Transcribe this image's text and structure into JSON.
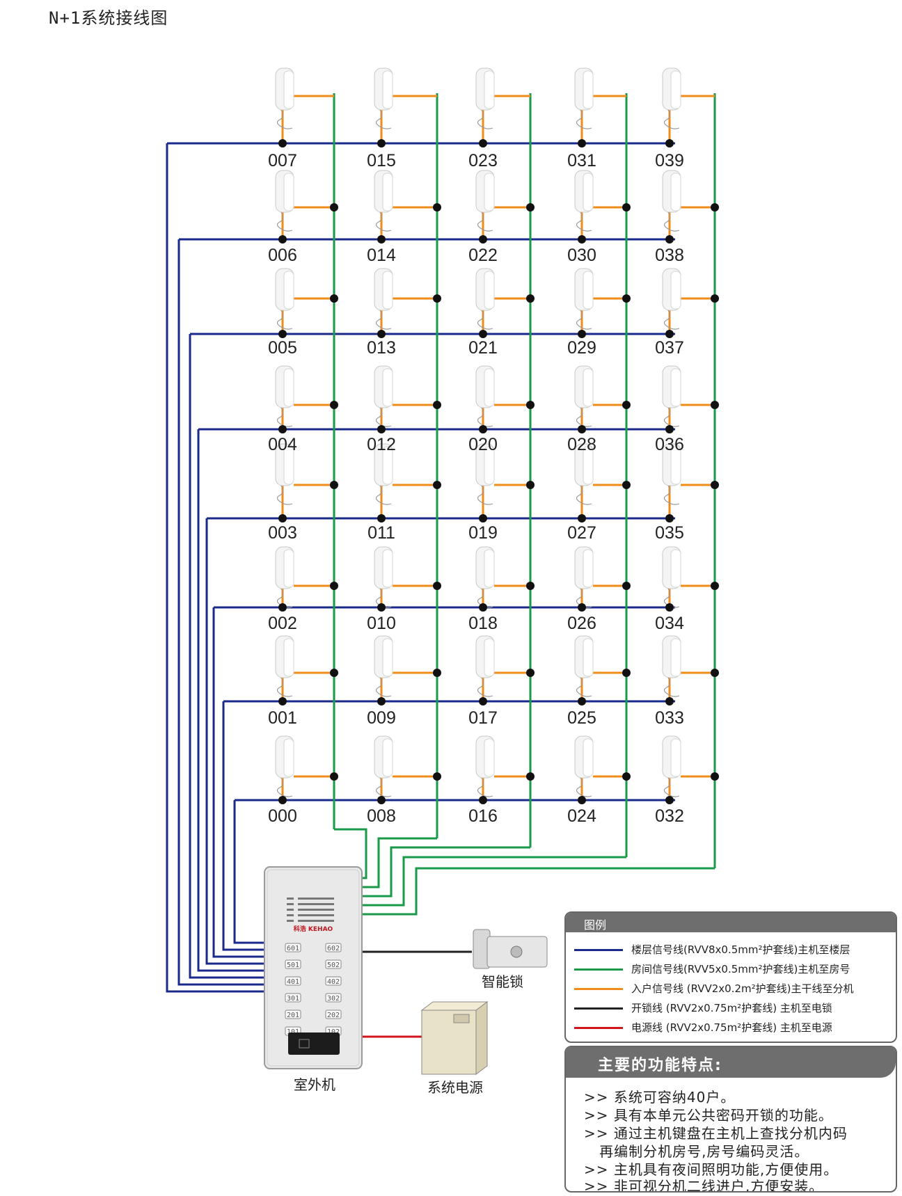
{
  "title": "N+1系统接线图",
  "colors": {
    "floor_signal": "#1a2a8c",
    "room_signal": "#1a9a48",
    "home_signal": "#f08c1a",
    "unlock": "#222222",
    "power": "#d0141e"
  },
  "grid": {
    "rows": [
      [
        "007",
        "015",
        "023",
        "031",
        "039"
      ],
      [
        "006",
        "014",
        "022",
        "030",
        "038"
      ],
      [
        "005",
        "013",
        "021",
        "029",
        "037"
      ],
      [
        "004",
        "012",
        "020",
        "028",
        "036"
      ],
      [
        "003",
        "011",
        "019",
        "027",
        "035"
      ],
      [
        "002",
        "010",
        "018",
        "026",
        "034"
      ],
      [
        "001",
        "009",
        "017",
        "025",
        "033"
      ],
      [
        "000",
        "008",
        "016",
        "024",
        "032"
      ]
    ]
  },
  "devices": {
    "outdoor_unit": "室外机",
    "brand": "科浩 KEHAO",
    "smart_lock": "智能锁",
    "power_supply": "系统电源",
    "keypad": [
      "601",
      "602",
      "501",
      "502",
      "401",
      "402",
      "301",
      "302",
      "201",
      "202",
      "101",
      "102"
    ]
  },
  "legend": {
    "title": "图例",
    "items": [
      {
        "text": "楼层信号线(RVV8x0.5mm²护套线)主机至楼层",
        "color": "#1a2a8c"
      },
      {
        "text": "房间信号线(RVV5x0.5mm²护套线)主机至房号",
        "color": "#1a9a48"
      },
      {
        "text": "入户信号线 (RVV2x0.2m²护套线)主干线至分机",
        "color": "#f08c1a"
      },
      {
        "text": "开锁线 (RVV2x0.75m²护套线) 主机至电锁",
        "color": "#222222"
      },
      {
        "text": "电源线 (RVV2x0.75m²护套线) 主机至电源",
        "color": "#d0141e"
      }
    ]
  },
  "features": {
    "title": "主要的功能特点:",
    "items": [
      ">> 系统可容纳40户。",
      ">> 具有本单元公共密码开锁的功能。",
      ">> 通过主机键盘在主机上查找分机内码",
      "   再编制分机房号,房号编码灵活。",
      ">> 主机具有夜间照明功能,方便使用。",
      ">> 非可视分机二线进户,方便安装。"
    ]
  }
}
